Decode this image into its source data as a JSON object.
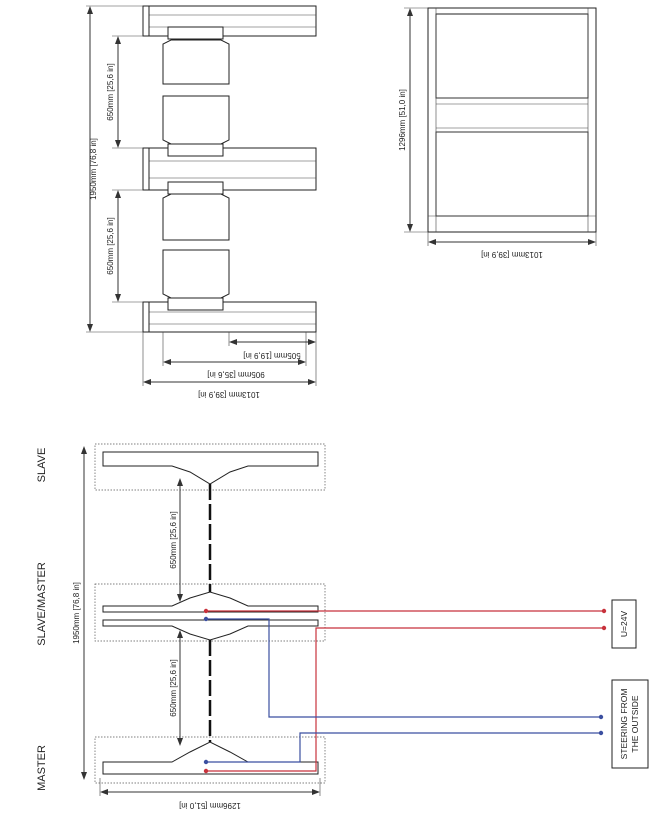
{
  "top_left_view": {
    "height_total": "1950mm [76,8 in]",
    "spacing_upper": "650mm [25,6 in]",
    "spacing_lower": "650mm [25,6 in]",
    "width_505": "505mm [19,9 in]",
    "width_905": "905mm [35,6 in]",
    "width_1013": "1013mm [39,9 in]"
  },
  "top_right_view": {
    "height": "1296mm [51,0 in]",
    "width": "1013mm [39,9 in]"
  },
  "bottom_view": {
    "labels": {
      "slave": "SLAVE",
      "slave_master": "SLAVE/MASTER",
      "master": "MASTER"
    },
    "height_total": "1950mm [76,8 in]",
    "spacing_upper": "650mm [25,6 in]",
    "spacing_lower": "650mm [25,6 in]",
    "width": "1296mm [51,0 in]",
    "power_box": "U=24V",
    "steering_box_line1": "STEERING FROM",
    "steering_box_line2": "THE OUTSIDE",
    "colors": {
      "power_wire": "#c8323c",
      "steering_wire": "#3b4fa0"
    }
  }
}
